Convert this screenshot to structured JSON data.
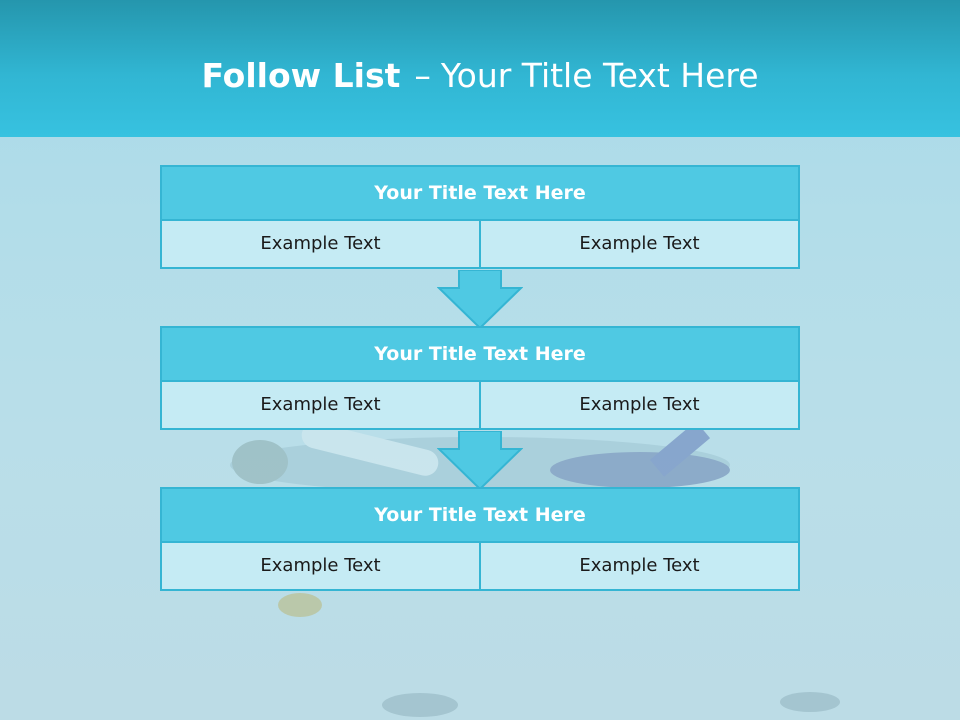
{
  "header": {
    "title_bold": "Follow List",
    "title_dash": "–",
    "title_rest": "Your Title Text Here"
  },
  "blocks": [
    {
      "title": "Your Title Text Here",
      "left": "Example Text",
      "right": "Example Text"
    },
    {
      "title": "Your Title Text Here",
      "left": "Example Text",
      "right": "Example Text"
    },
    {
      "title": "Your Title Text Here",
      "left": "Example Text",
      "right": "Example Text"
    }
  ],
  "colors": {
    "header": "#31b6d3",
    "block_title_fill": "#4fc9e3",
    "cell_fill": "#c5ebf4",
    "border": "#35b5d3"
  }
}
